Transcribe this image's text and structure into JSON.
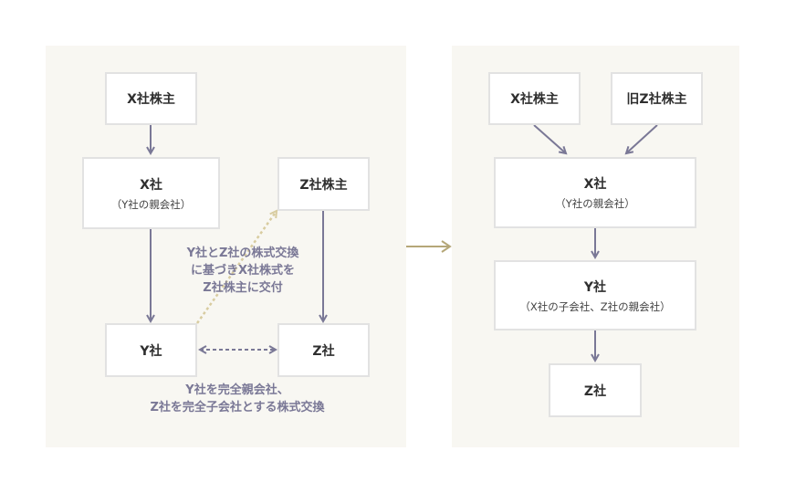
{
  "colors": {
    "panel": "#f8f7f2",
    "box_border": "#e2e2e2",
    "arrow": "#7a7896",
    "dotted_arrow": "#d8cca0",
    "transition_arrow": "#b5a778",
    "note_text": "#7a7896"
  },
  "left": {
    "x_shareholders": "X社株主",
    "x_company": {
      "title": "X社",
      "sub": "（Y社の親会社）"
    },
    "z_shareholders": "Z社株主",
    "y_company": "Y社",
    "z_company": "Z社",
    "note_top": [
      "Y社とZ社の株式交換",
      "に基づきX社株式を",
      "Z社株主に交付"
    ],
    "note_bottom": [
      "Y社を完全親会社、",
      "Z社を完全子会社とする株式交換"
    ]
  },
  "right": {
    "x_shareholders": "X社株主",
    "old_z_shareholders": "旧Z社株主",
    "x_company": {
      "title": "X社",
      "sub": "（Y社の親会社）"
    },
    "y_company": {
      "title": "Y社",
      "sub": "（X社の子会社、Z社の親会社）"
    },
    "z_company": "Z社"
  }
}
